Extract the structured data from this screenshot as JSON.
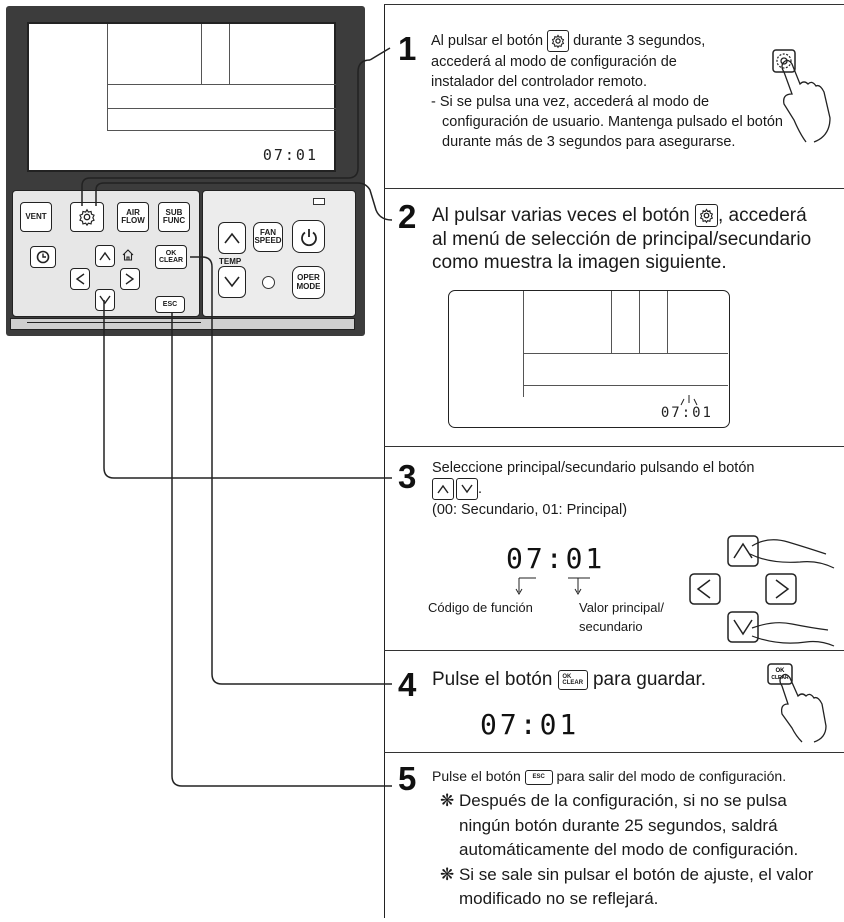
{
  "controller": {
    "lcd_digits": "07:01",
    "buttons": {
      "vent": "VENT",
      "airflow": [
        "AIR",
        "FLOW"
      ],
      "subfunc": [
        "SUB",
        "FUNC"
      ],
      "ok_clear": [
        "OK",
        "CLEAR"
      ],
      "esc": "ESC",
      "fan_speed": [
        "FAN",
        "SPEED"
      ],
      "temp": "TEMP",
      "oper_mode": [
        "OPER",
        "MODE"
      ]
    }
  },
  "steps": [
    {
      "number": "1",
      "text_a": "Al pulsar el botón",
      "text_b": "durante 3 segundos,",
      "text_c": "accederá al modo de configuración de",
      "text_d": "instalador del controlador remoto.",
      "note_1": "- Si se pulsa una vez, accederá al modo de",
      "note_2": "configuración de usuario. Mantenga pulsado el botón",
      "note_3": "durante más de 3 segundos para asegurarse."
    },
    {
      "number": "2",
      "text_a": "Al pulsar varias veces el botón",
      "text_b": ", accederá",
      "text_c": "al menú de selección de principal/secundario",
      "text_d": "como muestra la imagen siguiente.",
      "lcd_digits": "07:01"
    },
    {
      "number": "3",
      "text_a": "Seleccione principal/secundario pulsando el botón",
      "text_b": ".",
      "text_c": "(00: Secundario, 01: Principal)",
      "digits": "07:01",
      "label_function": "Código de función",
      "label_value_1": "Valor principal/",
      "label_value_2": "secundario"
    },
    {
      "number": "4",
      "text_a": "Pulse el botón",
      "text_b": "para guardar.",
      "digits": "07:01",
      "btn_label": [
        "OK",
        "CLEAR"
      ]
    },
    {
      "number": "5",
      "text_a": "Pulse el botón",
      "text_b": "para salir del modo de configuración.",
      "esc_label": "ESC",
      "note1_1": "❋ Después de la configuración, si no se pulsa",
      "note1_2": "ningún botón durante 25 segundos, saldrá",
      "note1_3": "automáticamente del modo de configuración.",
      "note2_1": "❋ Si se sale sin pulsar el botón de ajuste, el valor",
      "note2_2": "modificado no se reflejará."
    }
  ]
}
